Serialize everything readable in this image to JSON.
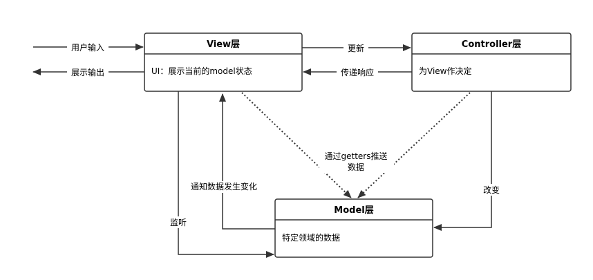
{
  "view": {
    "title": "View层",
    "body": "UI：展示当前的model状态"
  },
  "controller": {
    "title": "Controller层",
    "body": "为View作决定"
  },
  "model": {
    "title": "Model层",
    "body": "特定领域的数据"
  },
  "edges": {
    "user_input": "用户输入",
    "display_output": "展示输出",
    "update": "更新",
    "response": "传递响应",
    "getters_line1": "通过getters推送",
    "getters_line2": "数据",
    "notify": "通知数据发生变化",
    "listen": "监听",
    "change": "改变"
  }
}
